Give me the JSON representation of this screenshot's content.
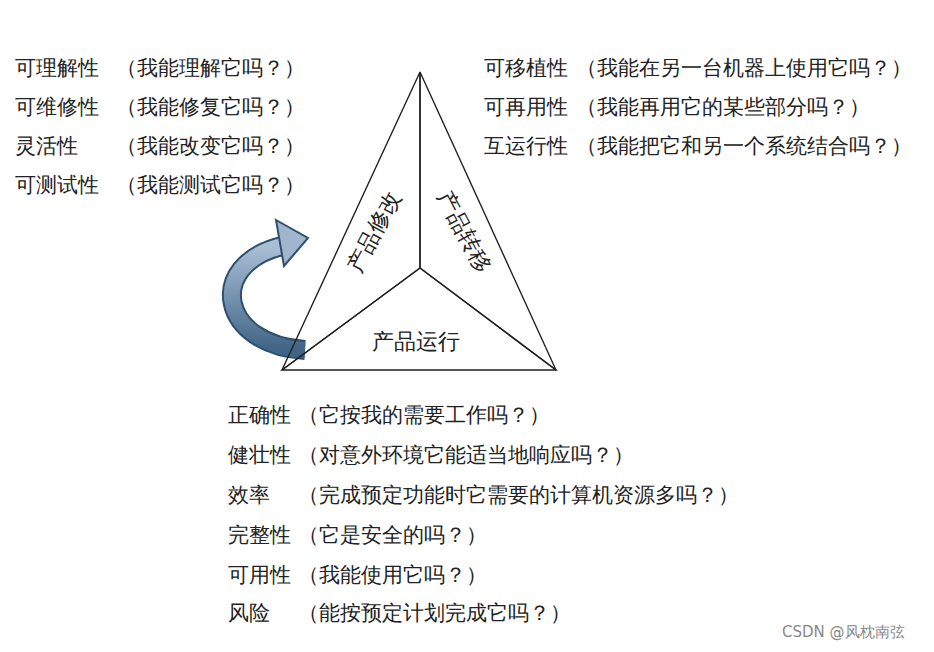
{
  "diagram": {
    "nodes": [
      {
        "text": [
          "产品修改"
        ]
      },
      {
        "text": [
          "产品转移"
        ]
      },
      {
        "text": [
          "产品运行"
        ]
      }
    ],
    "labels": [
      "可理解性",
      "（我能理解它吗？）",
      "可维修性",
      "（我能修复它吗？）",
      "灵活性",
      "（我能改变它吗？）",
      "可测试性",
      "（我能测试它吗？）",
      "可移植性",
      "（我能在另一台机器上使用它吗？）",
      "可再用性",
      "（我能再用它的某些部分吗？）",
      "互运行性",
      "（我能把它和另一个系统结合吗？）",
      "正确性",
      "（它按我的需要工作吗？）",
      "健壮性",
      "（对意外环境它能适当地响应吗？）",
      "效率",
      "（完成预定功能时它需要的计算机资源多吗？）",
      "完整性",
      "（它是安全的吗？）",
      "可用性",
      "（我能使用它吗？）",
      "风险",
      "（能按预定计划完成它吗？）",
      "CSDN @风枕南弦"
    ]
  }
}
